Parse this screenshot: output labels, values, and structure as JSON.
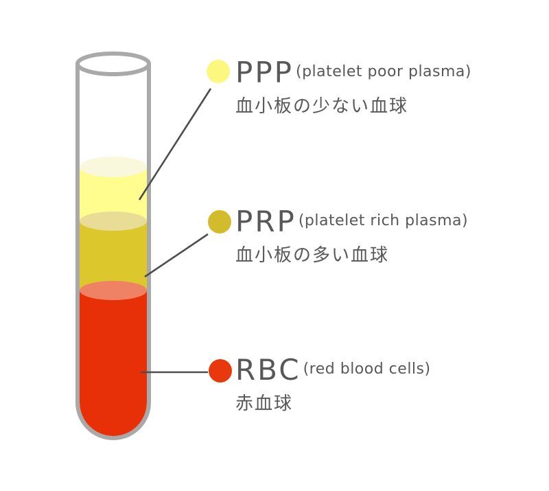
{
  "figure": {
    "subject": "test-tube-blood-separation"
  },
  "colors": {
    "background": "#FFFFFF",
    "tube_outline": "#A9A9A9",
    "connector_line": "#4D4D4D",
    "text": "#595757",
    "ppp_body": "#FFFD8E",
    "ppp_surface": "#FAF8DC",
    "prp_body": "#DCC82D",
    "prp_surface": "#E9DC96",
    "rbc_body": "#E83008",
    "rbc_surface": "#EF8164"
  },
  "labels": [
    {
      "id": "ppp",
      "acronym": "PPP",
      "english": "(platelet poor plasma)",
      "japanese": "血小板の少ない血球",
      "dot_color": "#FCF77E"
    },
    {
      "id": "prp",
      "acronym": "PRP",
      "english": "(platelet rich plasma)",
      "japanese": "血小板の多い血球",
      "dot_color": "#D2BC2B"
    },
    {
      "id": "rbc",
      "acronym": "RBC",
      "english": "(red blood cells)",
      "japanese": "赤血球",
      "dot_color": "#E8380D"
    }
  ]
}
